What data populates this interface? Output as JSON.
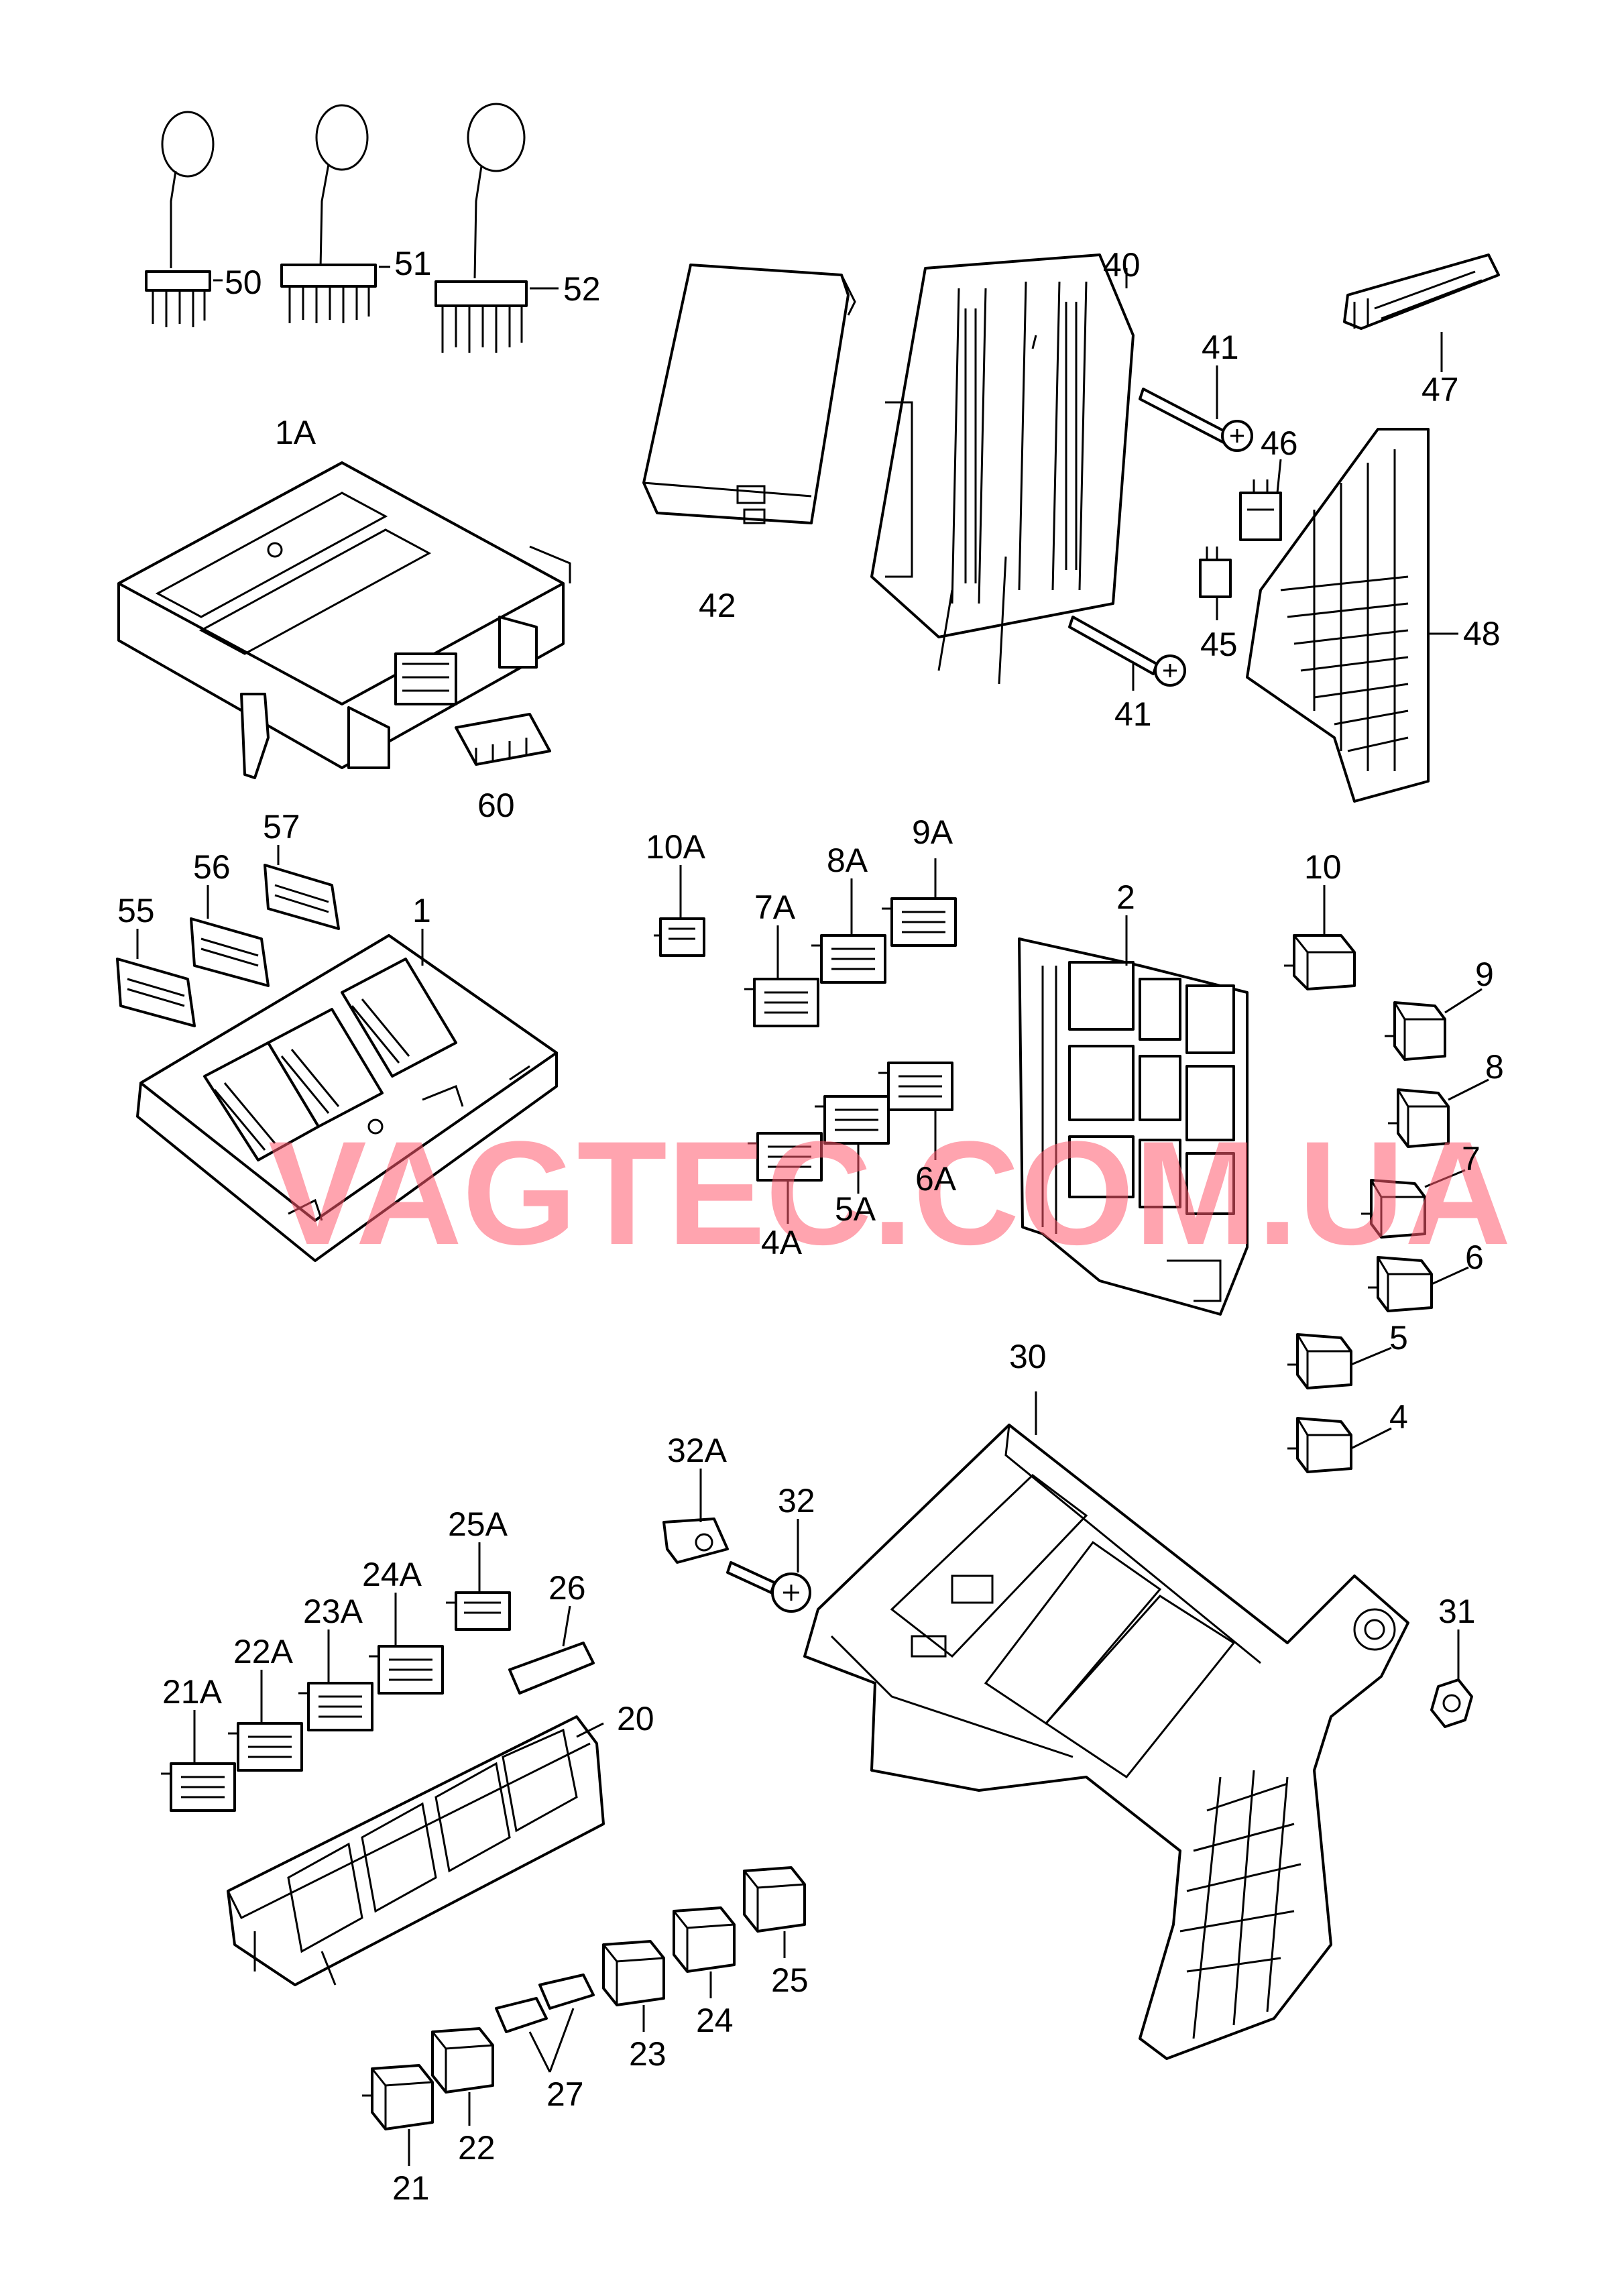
{
  "watermark": "VAGTEC.COM.UA",
  "callouts": {
    "c50": "50",
    "c51": "51",
    "c52": "52",
    "c1A": "1A",
    "c60": "60",
    "c42": "42",
    "c40": "40",
    "c41a": "41",
    "c41b": "41",
    "c46": "46",
    "c45": "45",
    "c47": "47",
    "c48": "48",
    "c57": "57",
    "c56": "56",
    "c55": "55",
    "c1": "1",
    "c10A": "10A",
    "c9A": "9A",
    "c8A": "8A",
    "c7A": "7A",
    "c6A": "6A",
    "c5A": "5A",
    "c4A": "4A",
    "c2": "2",
    "c10": "10",
    "c9": "9",
    "c8": "8",
    "c7": "7",
    "c6": "6",
    "c5": "5",
    "c4": "4",
    "c30": "30",
    "c31": "31",
    "c32A": "32A",
    "c32": "32",
    "c25A": "25A",
    "c24A": "24A",
    "c23A": "23A",
    "c22A": "22A",
    "c21A": "21A",
    "c26": "26",
    "c20": "20",
    "c25": "25",
    "c24": "24",
    "c23": "23",
    "c27": "27",
    "c22": "22",
    "c21": "21"
  }
}
